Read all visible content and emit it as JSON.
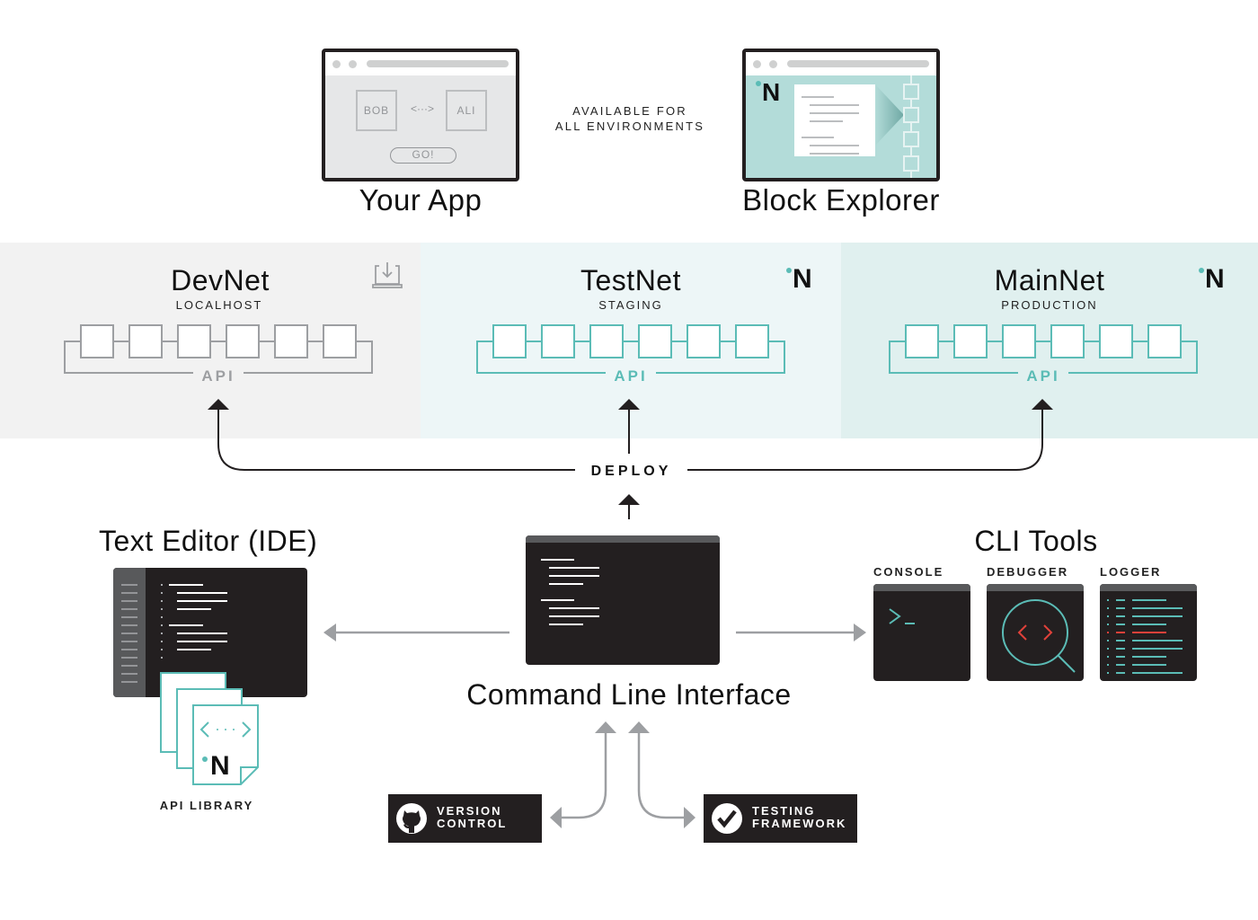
{
  "top": {
    "your_app": {
      "label": "Your App",
      "left_box": "BOB",
      "connector": "<···>",
      "right_box": "ALI",
      "button": "GO!"
    },
    "availability_note": [
      "AVAILABLE FOR",
      "ALL ENVIRONMENTS"
    ],
    "block_explorer": {
      "label": "Block Explorer",
      "logo": "N"
    }
  },
  "networks": [
    {
      "title": "DevNet",
      "subtitle": "LOCALHOST",
      "api_label": "API",
      "corner_icon": "download-laptop-icon",
      "blocks": 6,
      "accent": "#9d9fa2",
      "background": "#f2f2f2"
    },
    {
      "title": "TestNet",
      "subtitle": "STAGING",
      "api_label": "API",
      "corner_icon": "n-logo",
      "blocks": 6,
      "accent": "#5bbcb6",
      "background": "#edf6f7"
    },
    {
      "title": "MainNet",
      "subtitle": "PRODUCTION",
      "api_label": "API",
      "corner_icon": "n-logo",
      "blocks": 6,
      "accent": "#5bbcb6",
      "background": "#e0f0ef"
    }
  ],
  "deploy": {
    "label": "DEPLOY"
  },
  "ide": {
    "title": "Text Editor (IDE)",
    "library_label": "API LIBRARY",
    "library_logo": "N"
  },
  "cli": {
    "title": "Command Line Interface"
  },
  "cli_tools": {
    "title": "CLI Tools",
    "tools": [
      {
        "label": "CONSOLE",
        "icon": "terminal-prompt-icon",
        "prompt": ">_"
      },
      {
        "label": "DEBUGGER",
        "icon": "magnifier-code-icon"
      },
      {
        "label": "LOGGER",
        "icon": "log-lines-icon"
      }
    ]
  },
  "integrations": [
    {
      "label_line1": "VERSION",
      "label_line2": "CONTROL",
      "icon": "github-icon"
    },
    {
      "label_line1": "TESTING",
      "label_line2": "FRAMEWORK",
      "icon": "checkmark-circle-icon"
    }
  ],
  "colors": {
    "accent": "#5bbcb6",
    "dark": "#231f20",
    "titlebar": "#58595b",
    "error": "#e0413a",
    "muted": "#9d9fa2"
  }
}
